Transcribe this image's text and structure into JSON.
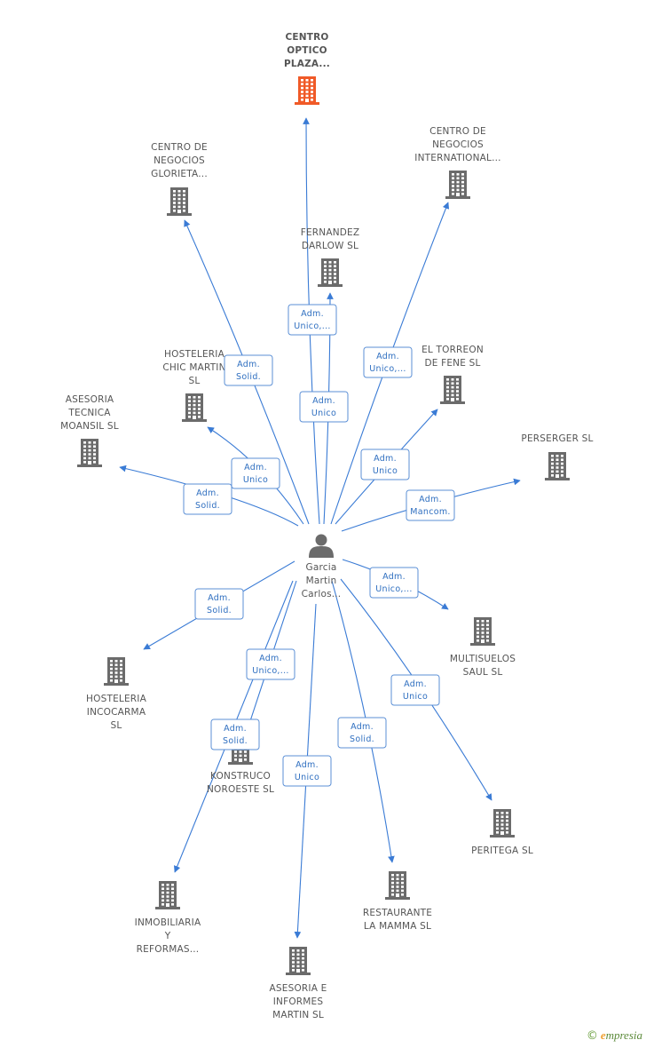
{
  "colors": {
    "edge": "#3a7bd5",
    "building": "#6b6b6b",
    "focus": "#f05a28",
    "person": "#6b6b6b"
  },
  "center": {
    "id": "person",
    "icon": "person-icon",
    "label": [
      "Garcia",
      "Martin",
      "Carlos..."
    ]
  },
  "nodes": [
    {
      "id": "centro-optico",
      "icon": "building-icon",
      "focus": true,
      "label": [
        "CENTRO",
        "OPTICO",
        "PLAZA..."
      ]
    },
    {
      "id": "centro-negocios-glorieta",
      "icon": "building-icon",
      "label": [
        "CENTRO DE",
        "NEGOCIOS",
        "GLORIETA..."
      ]
    },
    {
      "id": "centro-negocios-international",
      "icon": "building-icon",
      "label": [
        "CENTRO DE",
        "NEGOCIOS",
        "INTERNATIONAL..."
      ]
    },
    {
      "id": "fernandez-darlow",
      "icon": "building-icon",
      "label": [
        "FERNANDEZ",
        "DARLOW SL"
      ]
    },
    {
      "id": "el-torreon",
      "icon": "building-icon",
      "label": [
        "EL TORREON",
        "DE FENE SL"
      ]
    },
    {
      "id": "hosteleria-chic",
      "icon": "building-icon",
      "label": [
        "HOSTELERIA",
        "CHIC MARTIN",
        "SL"
      ]
    },
    {
      "id": "asesoria-tecnica",
      "icon": "building-icon",
      "label": [
        "ASESORIA",
        "TECNICA",
        "MOANSIL SL"
      ]
    },
    {
      "id": "perserger",
      "icon": "building-icon",
      "label": [
        "PERSERGER SL"
      ]
    },
    {
      "id": "multisuelos",
      "icon": "building-icon",
      "label": [
        "MULTISUELOS",
        "SAUL SL"
      ]
    },
    {
      "id": "hosteleria-incocarma",
      "icon": "building-icon",
      "label": [
        "HOSTELERIA",
        "INCOCARMA",
        "SL"
      ]
    },
    {
      "id": "konstruco",
      "icon": "building-icon",
      "label": [
        "KONSTRUCO",
        "NOROESTE SL"
      ]
    },
    {
      "id": "peritega",
      "icon": "building-icon",
      "label": [
        "PERITEGA SL"
      ]
    },
    {
      "id": "inmobiliaria",
      "icon": "building-icon",
      "label": [
        "INMOBILIARIA",
        "Y",
        "REFORMAS..."
      ]
    },
    {
      "id": "restaurante",
      "icon": "building-icon",
      "label": [
        "RESTAURANTE",
        "LA MAMMA SL"
      ]
    },
    {
      "id": "asesoria-informes",
      "icon": "building-icon",
      "label": [
        "ASESORIA E",
        "INFORMES",
        "MARTIN SL"
      ]
    }
  ],
  "edges": [
    {
      "to": "centro-optico",
      "label": [
        "Adm.",
        "Unico"
      ]
    },
    {
      "to": "centro-negocios-glorieta",
      "label": [
        "Adm.",
        "Solid."
      ]
    },
    {
      "to": "centro-negocios-international",
      "label": [
        "Adm.",
        "Unico,..."
      ]
    },
    {
      "to": "fernandez-darlow",
      "label": [
        "Adm.",
        "Unico,..."
      ]
    },
    {
      "to": "el-torreon",
      "label": [
        "Adm.",
        "Unico"
      ]
    },
    {
      "to": "hosteleria-chic",
      "label": [
        "Adm.",
        "Unico"
      ]
    },
    {
      "to": "asesoria-tecnica",
      "label": [
        "Adm.",
        "Solid."
      ]
    },
    {
      "to": "perserger",
      "label": [
        "Adm.",
        "Mancom."
      ]
    },
    {
      "to": "multisuelos",
      "label": [
        "Adm.",
        "Unico,..."
      ]
    },
    {
      "to": "hosteleria-incocarma",
      "label": [
        "Adm.",
        "Solid."
      ]
    },
    {
      "to": "konstruco",
      "label": [
        "Adm.",
        "Unico,..."
      ]
    },
    {
      "to": "inmobiliaria",
      "label": [
        "Adm.",
        "Solid."
      ]
    },
    {
      "to": "peritega",
      "label": [
        "Adm.",
        "Unico"
      ]
    },
    {
      "to": "restaurante",
      "label": [
        "Adm.",
        "Solid."
      ]
    },
    {
      "to": "asesoria-informes",
      "label": [
        "Adm.",
        "Unico"
      ]
    }
  ],
  "footer": {
    "copyright": "©",
    "brand_initial": "e",
    "brand_rest": "mpresia"
  }
}
